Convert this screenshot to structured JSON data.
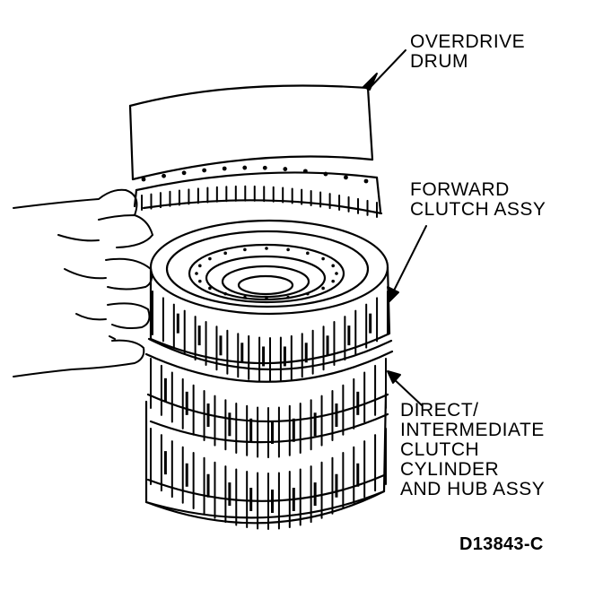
{
  "labels": {
    "overdrive_drum": "OVERDRIVE\nDRUM",
    "forward_clutch": "FORWARD\nCLUTCH ASSY",
    "direct_intermediate": "DIRECT/\nINTERMEDIATE\nCLUTCH\nCYLINDER\nAND HUB ASSY"
  },
  "figure_id": "D13843-C",
  "colors": {
    "ink": "#000000",
    "paper": "#ffffff"
  }
}
